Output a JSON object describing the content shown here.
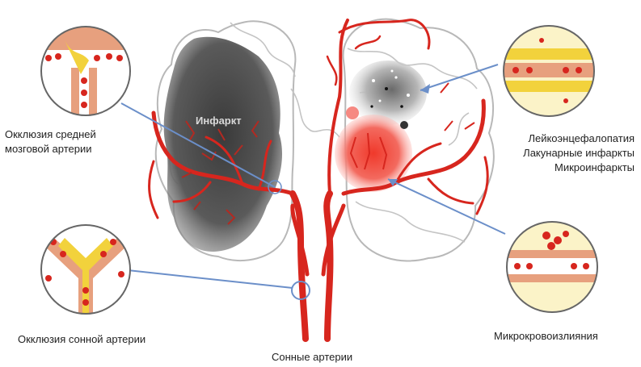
{
  "labels": {
    "infarct": "Инфаркт",
    "mca_occlusion": [
      "Окклюзия средней",
      "мозговой артерии"
    ],
    "small_vessel": [
      "Лейкоэнцефалопатия",
      "Лакунарные инфаркты",
      "Микроинфаркты"
    ],
    "carotid_occlusion": "Окклюзия сонной артерии",
    "carotid_arteries": "Сонные артерии",
    "microbleeds": "Микрокровоизлияния"
  },
  "colors": {
    "artery_red": "#d7261e",
    "infarct_gray": "#4a4a4a",
    "pointer_blue": "#6b8fc9",
    "plaque_yellow": "#f2d23c",
    "vessel_wall": "#e8a583"
  },
  "icons": [
    "magnifier-circle-icon"
  ]
}
